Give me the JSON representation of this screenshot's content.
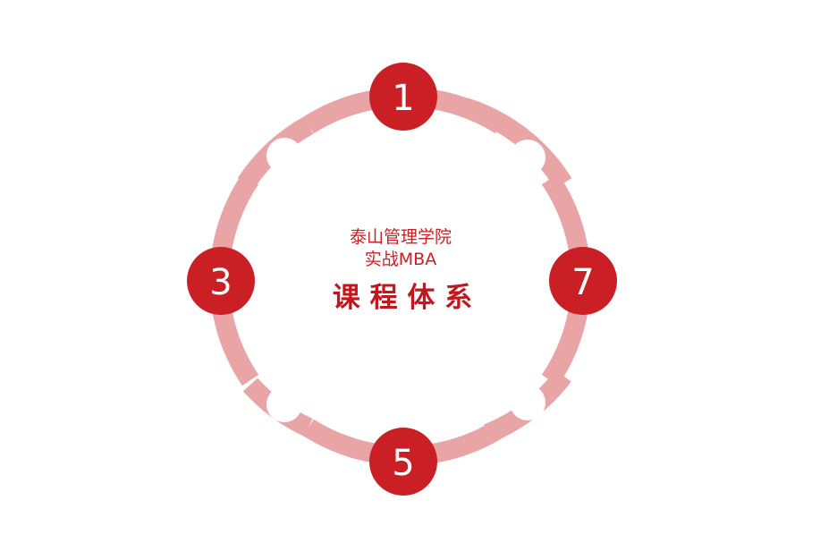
{
  "diagram": {
    "center": {
      "line1": "泰山管理学院",
      "line2": "实战MBA",
      "line3": "课 程 体 系"
    },
    "nodes": [
      {
        "label": "1",
        "position": "top"
      },
      {
        "label": "3",
        "position": "left"
      },
      {
        "label": "5",
        "position": "bottom"
      },
      {
        "label": "7",
        "position": "right"
      }
    ],
    "colors": {
      "node": "#c91f25",
      "ring": "#e9a4a6",
      "center_text_small": "#c91f25",
      "center_text_title": "#c0181e",
      "node_text": "#ffffff"
    }
  }
}
